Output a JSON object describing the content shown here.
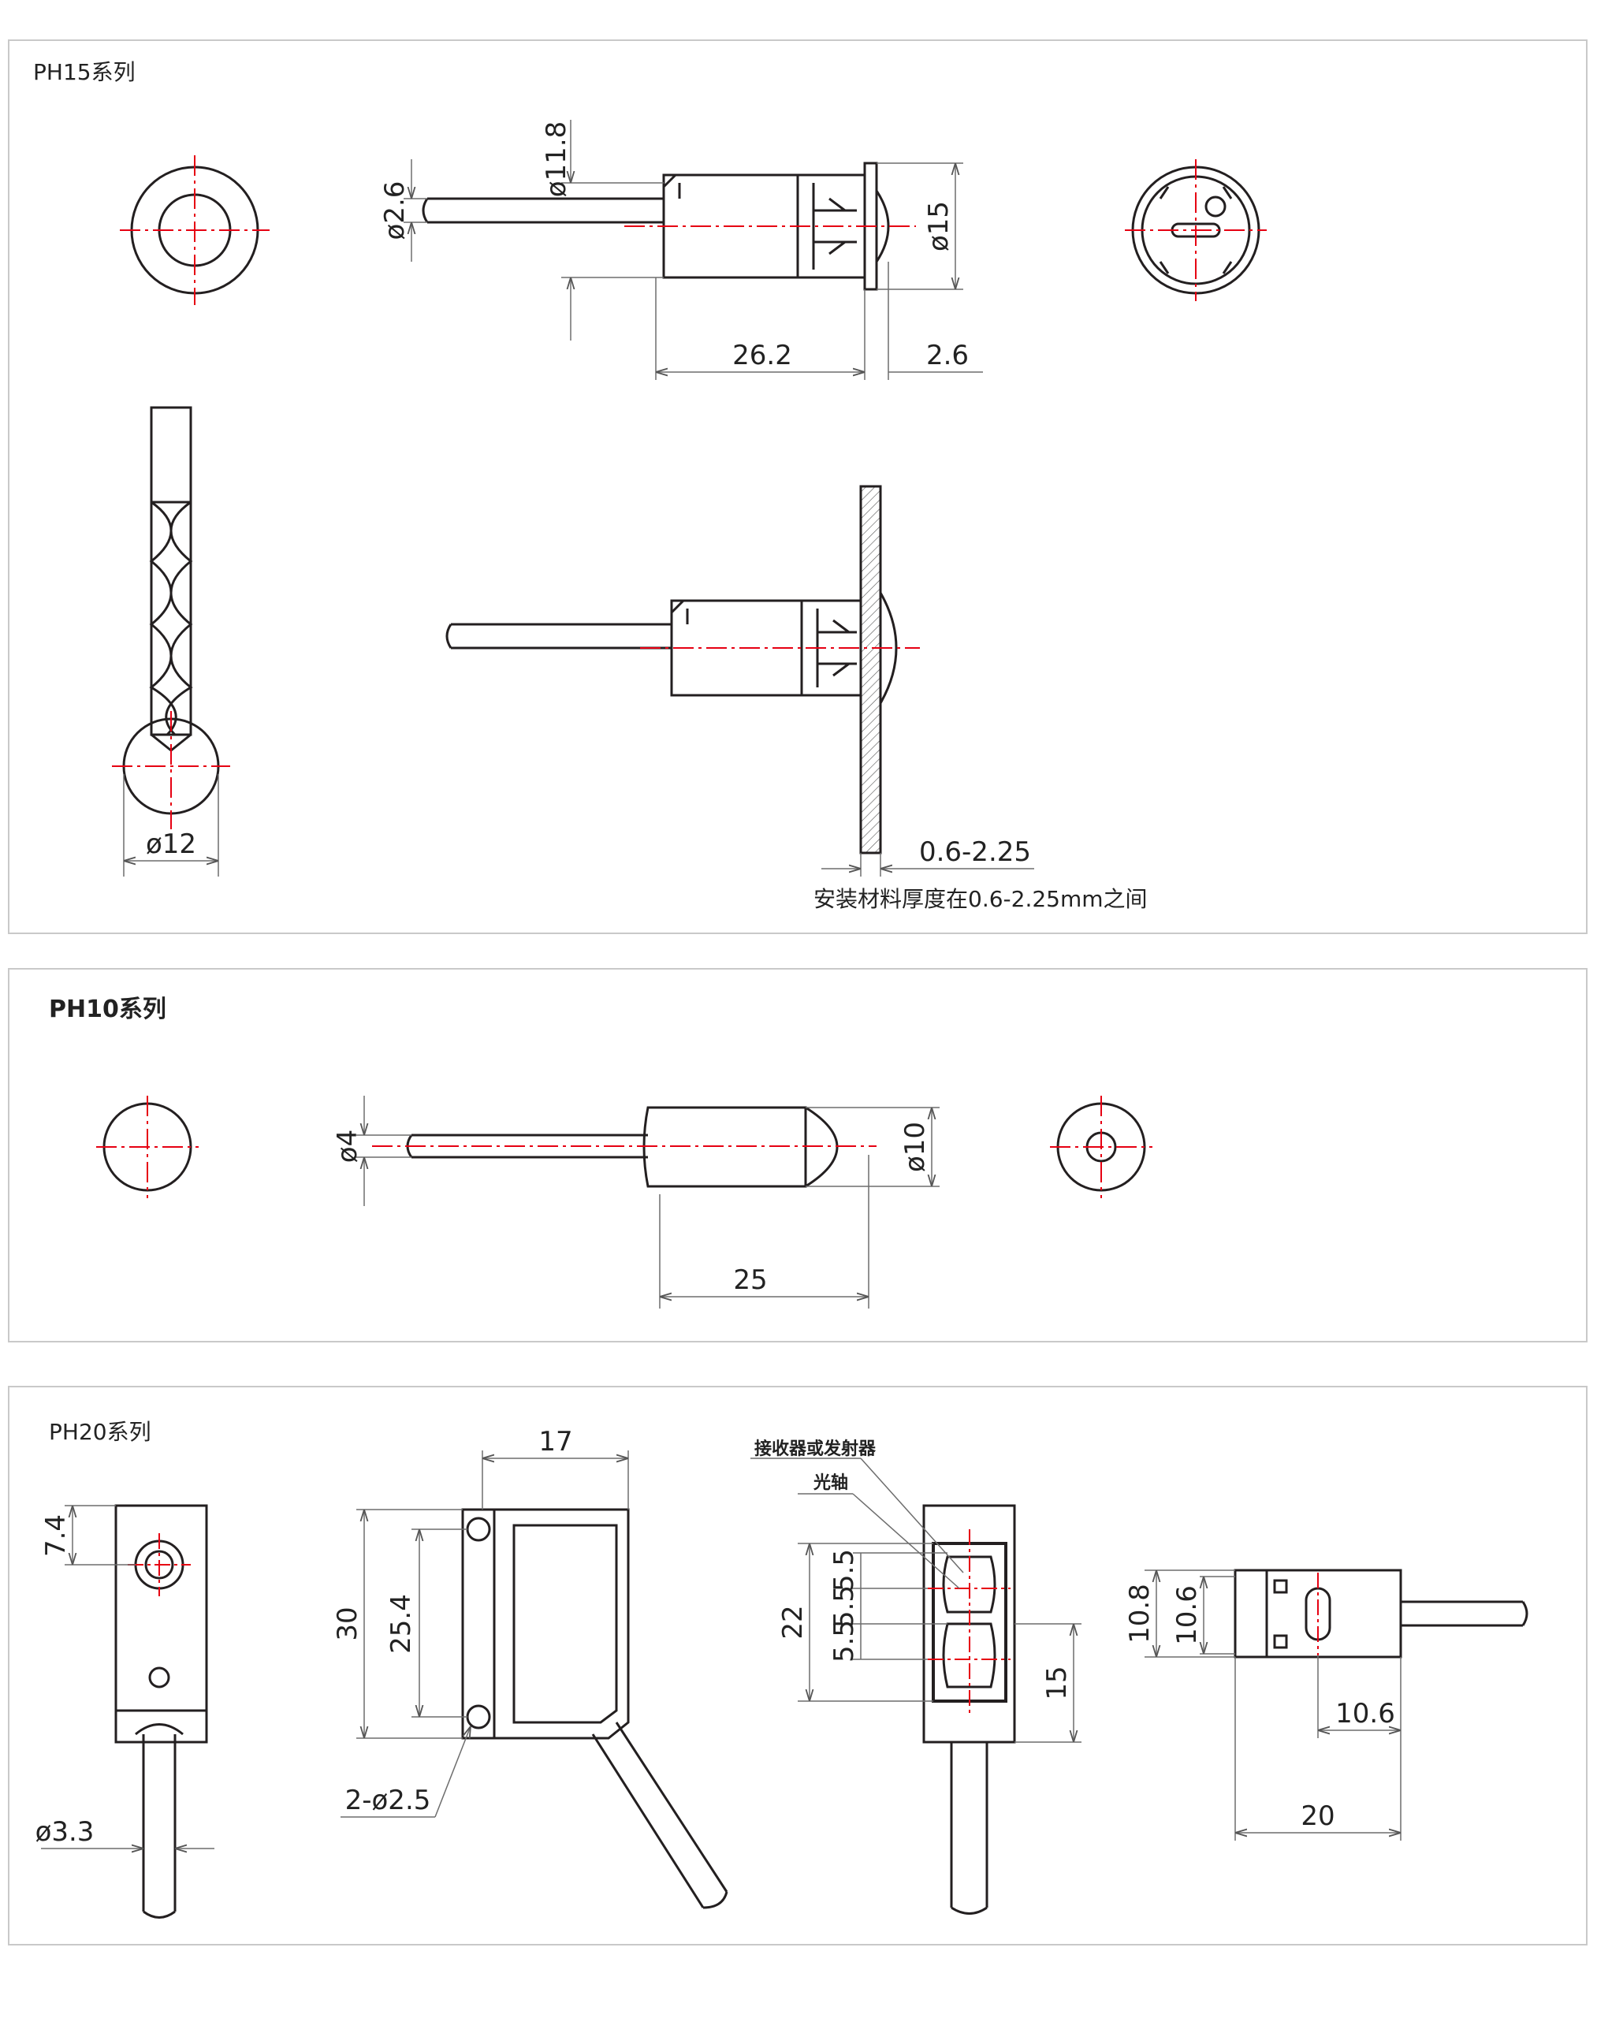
{
  "ph15": {
    "title": "PH15系列",
    "dims": {
      "d11_8": "ø11.8",
      "d2_6": "ø2.6",
      "d15": "ø15",
      "len_26_2": "26.2",
      "len_2_6": "2.6",
      "d12": "ø12",
      "range": "0.6-2.25"
    },
    "note": "安装材料厚度在0.6-2.25mm之间"
  },
  "ph10": {
    "title": "PH10系列",
    "dims": {
      "d4": "ø4",
      "d10": "ø10",
      "len_25": "25"
    }
  },
  "ph20": {
    "title": "PH20系列",
    "dims": {
      "d7_4": "7.4",
      "d3_3": "ø3.3",
      "w17": "17",
      "h30": "30",
      "h25_4": "25.4",
      "holes": "2-ø2.5",
      "h22": "22",
      "s5_5a": "5.5",
      "s5_5b": "5.5",
      "s5_5c": "5.5",
      "h15": "15",
      "h10_8": "10.8",
      "h10_6": "10.6",
      "l10_6": "10.6",
      "l20": "20"
    },
    "labels": {
      "receiver": "接收器或发射器",
      "axis": "光轴"
    }
  },
  "colors": {
    "line": "#231f20",
    "center": "#e60012",
    "dimline": "#6d6d6d",
    "frame": "#c9c9c9"
  }
}
